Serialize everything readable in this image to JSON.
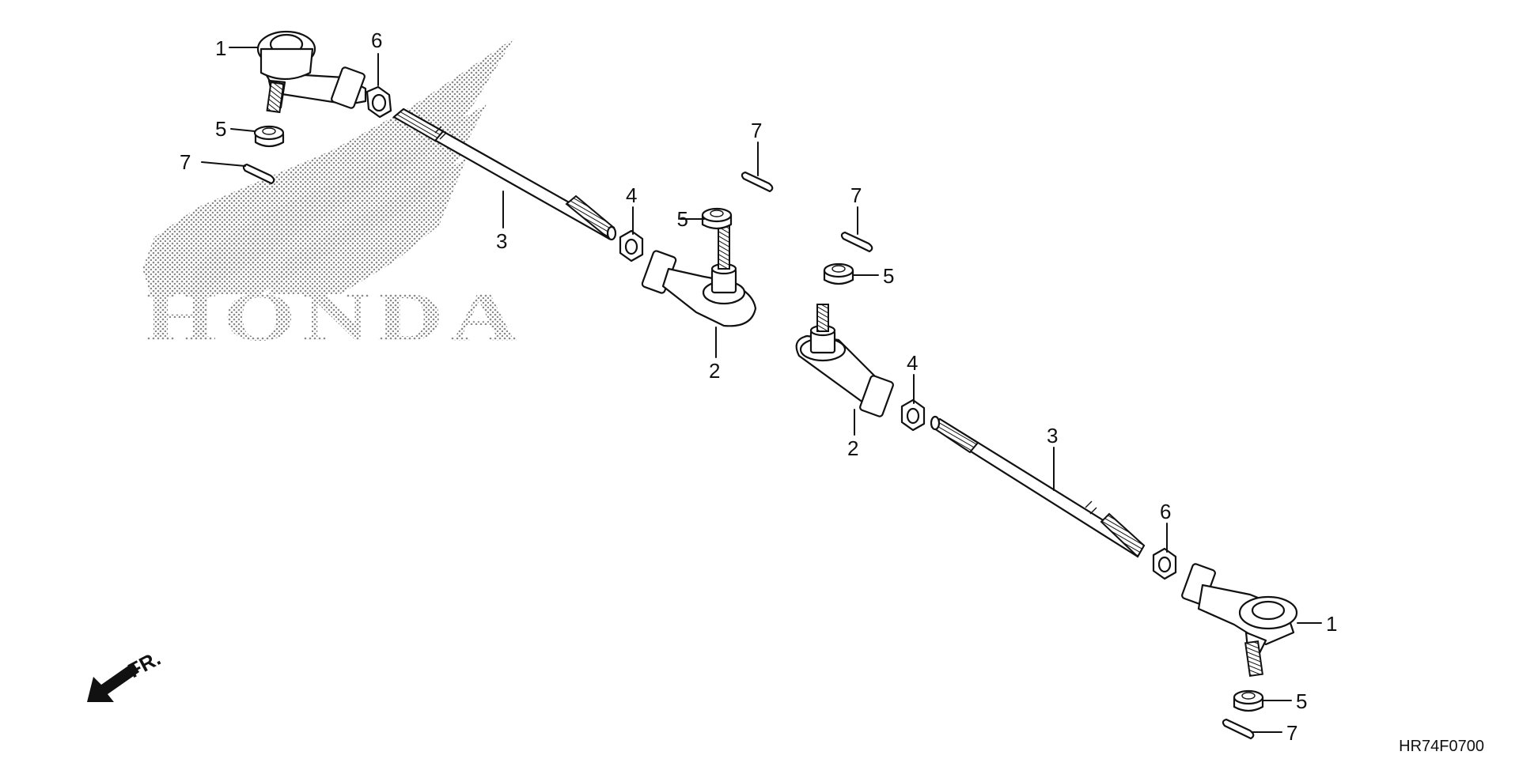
{
  "callouts": [
    {
      "id": "c1a",
      "label": "1"
    },
    {
      "id": "c6a",
      "label": "6"
    },
    {
      "id": "c5a",
      "label": "5"
    },
    {
      "id": "c7a",
      "label": "7"
    },
    {
      "id": "c3a",
      "label": "3"
    },
    {
      "id": "c4a",
      "label": "4"
    },
    {
      "id": "c7b",
      "label": "7"
    },
    {
      "id": "c5b",
      "label": "5"
    },
    {
      "id": "c2a",
      "label": "2"
    },
    {
      "id": "c7c",
      "label": "7"
    },
    {
      "id": "c5c",
      "label": "5"
    },
    {
      "id": "c4b",
      "label": "4"
    },
    {
      "id": "c2b",
      "label": "2"
    },
    {
      "id": "c3b",
      "label": "3"
    },
    {
      "id": "c6b",
      "label": "6"
    },
    {
      "id": "c1b",
      "label": "1"
    },
    {
      "id": "c5d",
      "label": "5"
    },
    {
      "id": "c7d",
      "label": "7"
    }
  ],
  "watermark": {
    "brand": "HONDA"
  },
  "direction": {
    "label": "FR."
  },
  "figure_code": "HR74F0700",
  "colors": {
    "ink": "#111111",
    "watermark_dots": "#888888",
    "background": "#ffffff"
  }
}
